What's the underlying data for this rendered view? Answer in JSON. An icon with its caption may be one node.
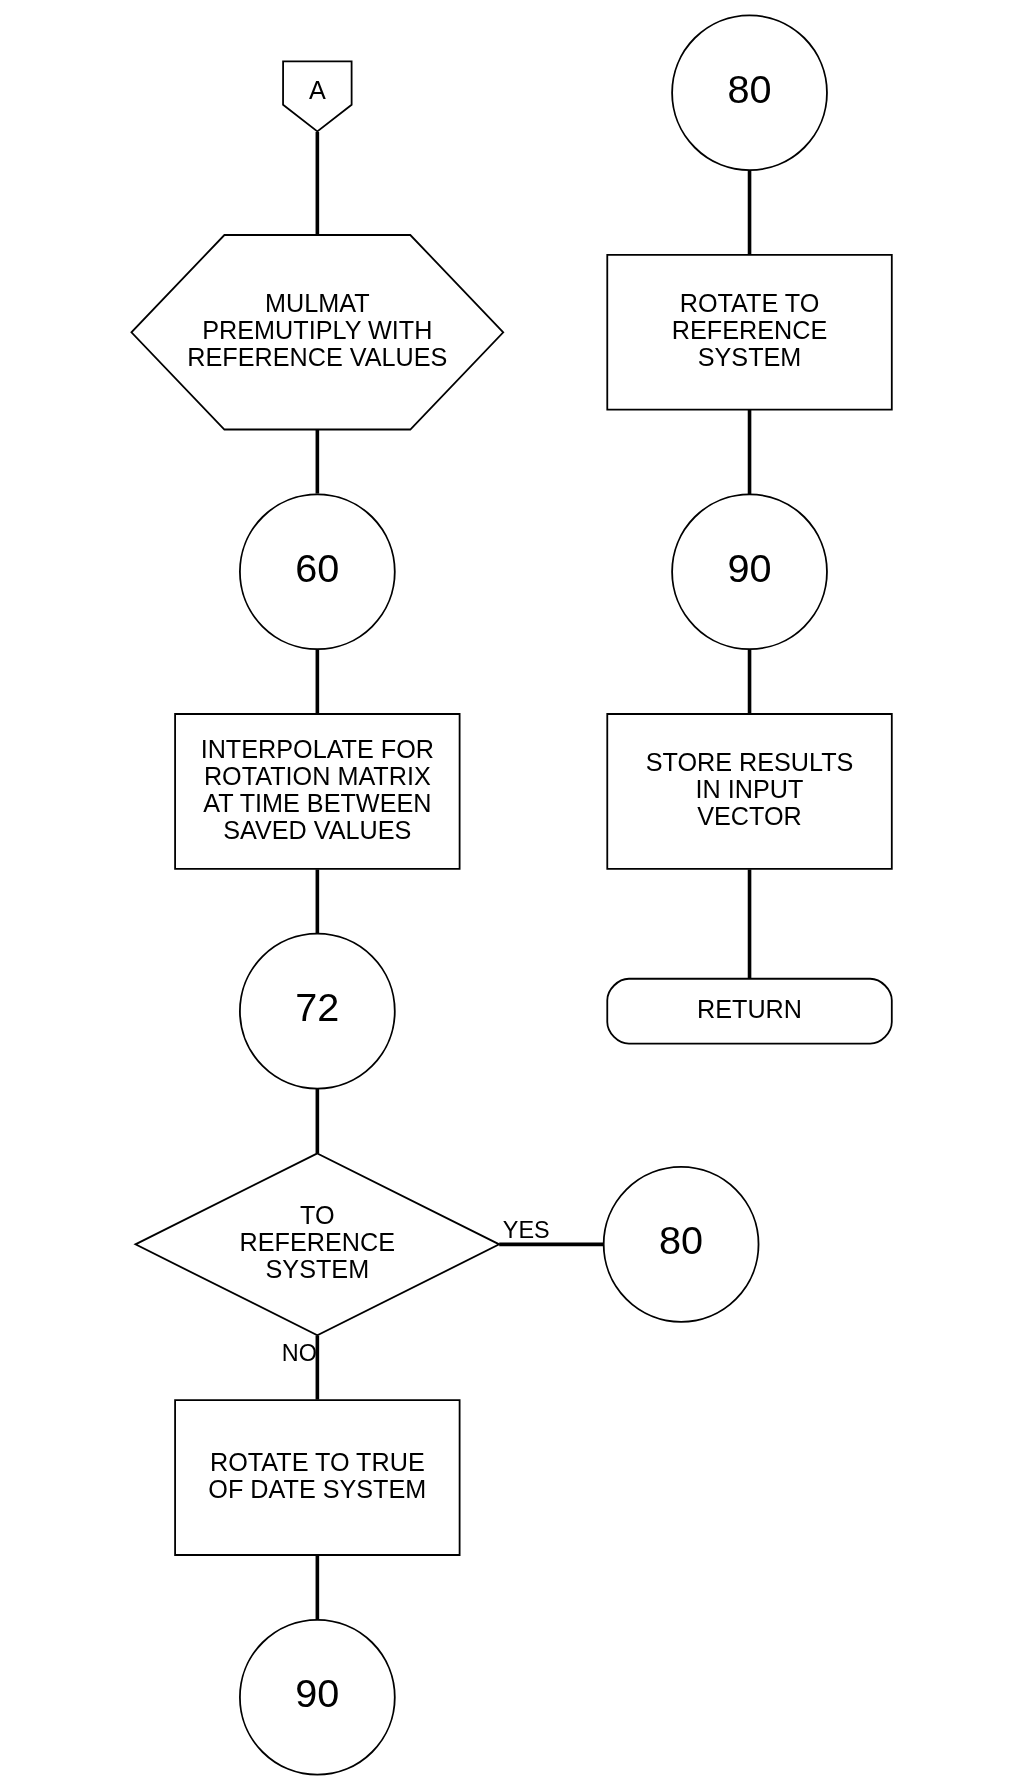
{
  "diagram": {
    "nodes": [
      {
        "text": [
          "A"
        ]
      },
      {
        "text": [
          "MULMAT",
          "PREMUTIPLY WITH REFERENCE VALUES"
        ]
      },
      {
        "text": [
          "60"
        ]
      },
      {
        "text": [
          "INTERPOLATE FOR ROTATION MATRIX AT TIME BETWEEN SAVED VALUES"
        ]
      },
      {
        "text": [
          "72"
        ]
      },
      {
        "text": [
          "TO REFERENCE SYSTEM"
        ]
      },
      {
        "text": [
          "80"
        ]
      },
      {
        "text": [
          "ROTATE TO TRUE OF DATE SYSTEM"
        ]
      },
      {
        "text": [
          "90"
        ]
      },
      {
        "text": [
          "80"
        ]
      },
      {
        "text": [
          "ROTATE TO REFERENCE SYSTEM"
        ]
      },
      {
        "text": [
          "90"
        ]
      },
      {
        "text": [
          "STORE RESULTS IN INPUT VECTOR"
        ]
      },
      {
        "text": [
          "RETURN"
        ]
      }
    ],
    "edges": [
      {
        "from": 0,
        "to": 1,
        "arrow": "none"
      },
      {
        "from": 1,
        "to": 2,
        "arrow": "none"
      },
      {
        "from": 2,
        "to": 3,
        "arrow": "none"
      },
      {
        "from": 3,
        "to": 4,
        "arrow": "none"
      },
      {
        "from": 4,
        "to": 5,
        "arrow": "none"
      },
      {
        "from": 5,
        "to": 6,
        "arrow": "none",
        "label": "YES"
      },
      {
        "from": 5,
        "to": 7,
        "arrow": "none",
        "label": "NO"
      },
      {
        "from": 7,
        "to": 8,
        "arrow": "none"
      },
      {
        "from": 9,
        "to": 10,
        "arrow": "none"
      },
      {
        "from": 10,
        "to": 11,
        "arrow": "none"
      },
      {
        "from": 11,
        "to": 12,
        "arrow": "none"
      },
      {
        "from": 12,
        "to": 13,
        "arrow": "none"
      }
    ]
  }
}
